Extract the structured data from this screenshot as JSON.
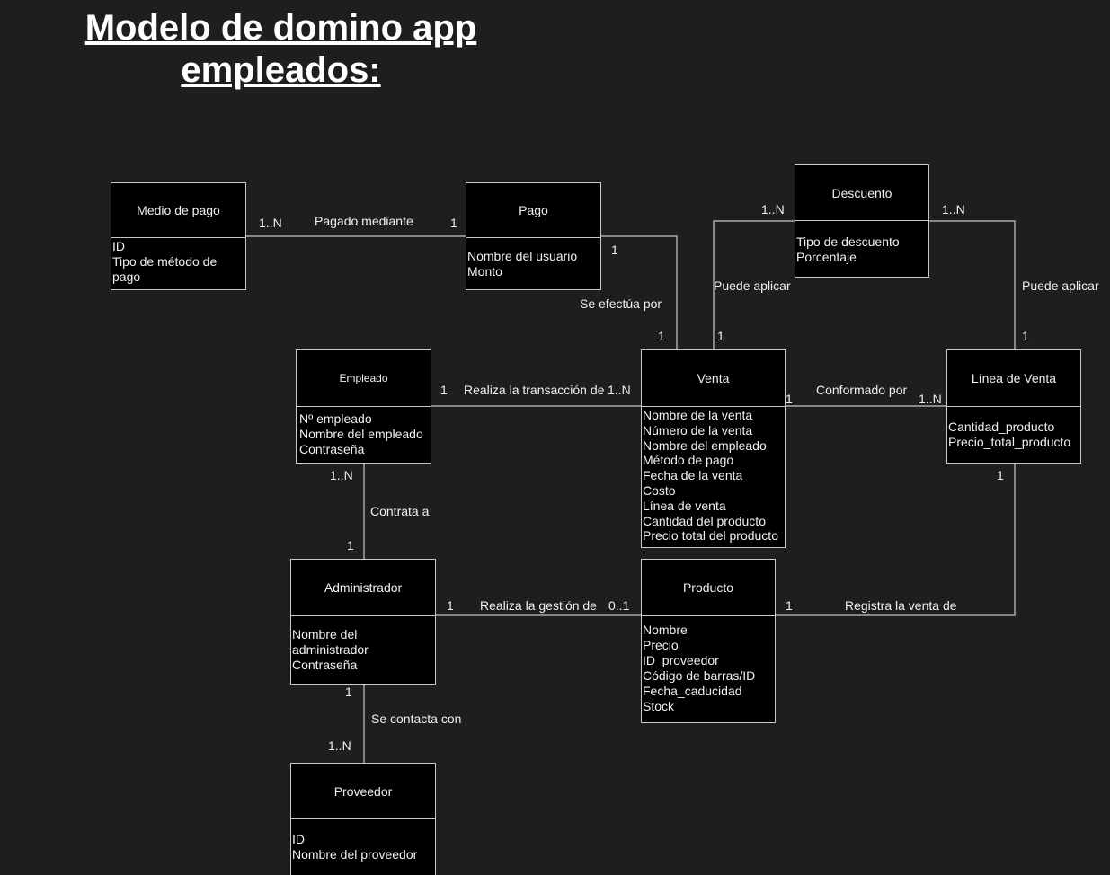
{
  "title": [
    "Modelo de domino app",
    "empleados:"
  ],
  "entities": {
    "medio_pago": {
      "name": "Medio de pago",
      "attrs": [
        "ID",
        "Tipo de método de",
        "pago"
      ]
    },
    "pago": {
      "name": "Pago",
      "attrs": [
        "Nombre del usuario",
        "Monto"
      ]
    },
    "descuento": {
      "name": "Descuento",
      "attrs": [
        "Tipo de descuento",
        "Porcentaje"
      ]
    },
    "empleado": {
      "name": "Empleado",
      "attrs": [
        "Nº empleado",
        "Nombre del empleado",
        "Contraseña"
      ]
    },
    "venta": {
      "name": "Venta",
      "attrs": [
        "Nombre de la venta",
        "Número de la venta",
        "Nombre del empleado",
        "Método de pago",
        "Fecha de la venta",
        "Costo",
        "Línea de venta",
        "Cantidad del producto",
        "Precio total del producto"
      ]
    },
    "linea_venta": {
      "name": "Línea de Venta",
      "attrs": [
        "Cantidad_producto",
        "Precio_total_producto"
      ]
    },
    "administrador": {
      "name": "Administrador",
      "attrs": [
        "Nombre del",
        "administrador",
        "Contraseña"
      ]
    },
    "producto": {
      "name": "Producto",
      "attrs": [
        "Nombre",
        "Precio",
        "ID_proveedor",
        "Código de barras/ID",
        "Fecha_caducidad",
        "Stock"
      ]
    },
    "proveedor": {
      "name": "Proveedor",
      "attrs": [
        "ID",
        "Nombre del proveedor"
      ]
    }
  },
  "relations": {
    "pagado_mediante": {
      "label": "Pagado mediante",
      "card_a": "1..N",
      "card_b": "1"
    },
    "se_efectua_por": {
      "label": "Se efectúa por",
      "card_a": "1",
      "card_b": "1"
    },
    "puede_aplicar_venta": {
      "label": "Puede aplicar",
      "card_a": "1..N",
      "card_b": "1"
    },
    "puede_aplicar_linea": {
      "label": "Puede aplicar",
      "card_a": "1..N",
      "card_b": "1"
    },
    "realiza_transaccion": {
      "label": "Realiza la transacción de",
      "card_a": "1",
      "card_b": "1..N"
    },
    "conformado_por": {
      "label": "Conformado por",
      "card_a": "1",
      "card_b": "1..N"
    },
    "contrata_a": {
      "label": "Contrata a",
      "card_a": "1..N",
      "card_b": "1"
    },
    "realiza_gestion": {
      "label": "Realiza la gestión de",
      "card_a": "1",
      "card_b": "0..1"
    },
    "registra_venta": {
      "label": "Registra la venta de",
      "card_a": "1",
      "card_b": "1"
    },
    "se_contacta_con": {
      "label": "Se contacta con",
      "card_a": "1",
      "card_b": "1..N"
    }
  }
}
